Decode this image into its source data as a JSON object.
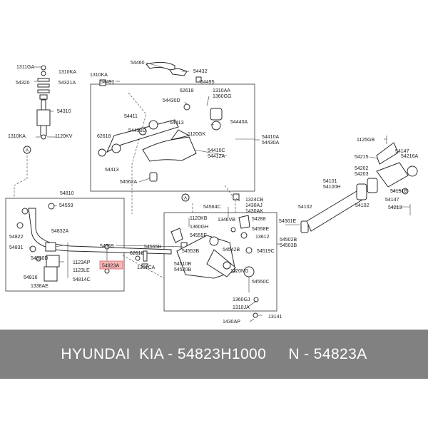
{
  "labels": [
    [
      "54460"
    ],
    [
      "54432"
    ],
    [
      "1310KA"
    ],
    [
      "54491"
    ],
    [
      "54495"
    ],
    [
      "1311GA"
    ],
    [
      "1310KA"
    ],
    [
      "54320"
    ],
    [
      "54321A"
    ],
    [
      "54310"
    ],
    [
      "1310KA"
    ],
    [
      "1120KV"
    ],
    [
      "62618"
    ],
    [
      "1310AA"
    ],
    [
      "1360GG"
    ],
    [
      "54430D"
    ],
    [
      "54411"
    ],
    [
      "54413"
    ],
    [
      "54440A"
    ],
    [
      "54430D"
    ],
    [
      "1120GK"
    ],
    [
      "62618"
    ],
    [
      "54410A",
      "54430A"
    ],
    [
      "54410C",
      "54412A"
    ],
    [
      "54413"
    ],
    [
      "54562A"
    ],
    [
      "1125GB"
    ],
    [
      "54147"
    ],
    [
      "54215"
    ],
    [
      "54216A"
    ],
    [
      "54202",
      "54203"
    ],
    [
      "54101",
      "54100H"
    ],
    [
      "54147"
    ],
    [
      "54151B"
    ],
    [
      "54102"
    ],
    [
      "54102"
    ],
    [
      "54213"
    ],
    [
      "54810"
    ],
    [
      "54559"
    ],
    [
      "54822"
    ],
    [
      "54832A"
    ],
    [
      "54559"
    ],
    [
      "54830D"
    ],
    [
      "54831"
    ],
    [
      "1123AP"
    ],
    [
      "1123LE"
    ],
    [
      "54816"
    ],
    [
      "54814C"
    ],
    [
      "1338AE"
    ],
    [
      "62618"
    ],
    [
      "54565B"
    ],
    [
      "1361CA"
    ],
    [
      "1324CB"
    ],
    [
      "1430AJ"
    ],
    [
      "1430AK"
    ],
    [
      "54564C"
    ],
    [
      "1120KB"
    ],
    [
      "1360GH"
    ],
    [
      "54555F"
    ],
    [
      "54553B"
    ],
    [
      "1346VB"
    ],
    [
      "54288"
    ],
    [
      "54558E"
    ],
    [
      "13612"
    ],
    [
      "54542B"
    ],
    [
      "54519C"
    ],
    [
      "54561E"
    ],
    [
      "54502B",
      "54503B"
    ],
    [
      "54510B",
      "54520B"
    ],
    [
      "1120NG"
    ],
    [
      "54550C"
    ],
    [
      "1360GJ"
    ],
    [
      "1310JA"
    ],
    [
      "13141"
    ],
    [
      "1430AP"
    ]
  ],
  "callouts": [
    "A",
    "A"
  ],
  "highlight": {
    "text": "54823A",
    "fill": "#f3b6b6",
    "border": "#e06060"
  },
  "banner": {
    "text": "HYUNDAI  KIA - 54823H1000     N - 54823A",
    "background": "#818181"
  }
}
